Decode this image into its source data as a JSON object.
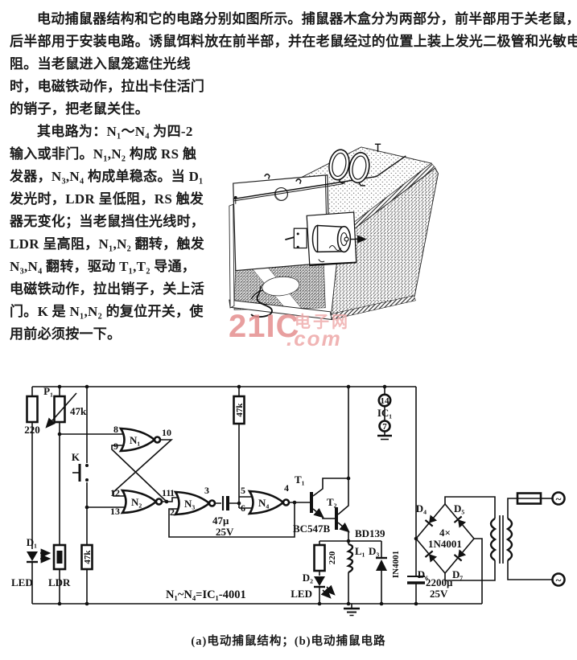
{
  "colors": {
    "paper": "#ffffff",
    "ink": "#1a1a1a",
    "watermark_pink": "#e48b8b"
  },
  "article": {
    "para1_lines": [
      "电动捕鼠器结构和它的电路分别如图所示。捕鼠器木盒分为两部分，前半部用于关老鼠，",
      "后半部用于安装电路。诱鼠饵料放在前半部，并在老鼠经过的位置上装上发光二极管和光敏电",
      "阻。当老鼠进入鼠笼遮住光线",
      "时，电磁铁动作，拉出卡住活门",
      "的销子，把老鼠关住。"
    ],
    "para2_lines": [
      "其电路为：N₁～N₄ 为四-2",
      "输入或非门。N₁,N₂ 构成 RS 触",
      "发器，N₃,N₄ 构成单稳态。当 D₁",
      "发光时，LDR 呈低阻，RS 触发",
      "器无变化；当老鼠挡住光线时，",
      "LDR 呈高阻，N₁,N₂ 翻转，触发",
      "N₃,N₄ 翻转，驱动 T₁,T₂ 导通，",
      "电磁铁动作，拉出销子，关上活",
      "门。K 是 N₁,N₂ 的复位开关，使",
      "用前必须按一下。"
    ],
    "caption": "(a)电动捕鼠结构；(b)电动捕鼠电路"
  },
  "watermark": {
    "brand": "21IC",
    "site": "电子网",
    "suffix": ".com"
  },
  "circuit": {
    "labels": {
      "p1": "P₁",
      "p1_value": "47k",
      "r_left": "220",
      "k": "K",
      "pin8": "8",
      "pin9": "9",
      "pin10": "10",
      "pin11": "11",
      "pin12": "12",
      "pin13": "13",
      "pin1": "1",
      "pin2": "2",
      "pin3": "3",
      "pin4": "4",
      "pin5": "5",
      "pin6": "6",
      "pin14": "14",
      "pin7": "7",
      "ic1": "IC₁",
      "n1": "N₁",
      "n2": "N₂",
      "n3": "N₃",
      "n4": "N₄",
      "cap1": "47μ",
      "cap1_v": "25V",
      "r_mid": "47k",
      "t1": "T₁",
      "t1_type": "BC547B",
      "t2": "T₂",
      "t2_type": "BD139",
      "d1": "D₁",
      "d1_led": "LED",
      "ldr": "LDR",
      "r_ldr": "47k",
      "r_out": "220",
      "d2": "D₂",
      "d2_led": "LED",
      "l1": "L₁",
      "d3": "D₃",
      "d3_type": "IN4001",
      "d4": "D₄",
      "d5": "D₅",
      "d6": "D₆",
      "d7": "D₇",
      "bridge_qty": "4×",
      "bridge_type": "1N4001",
      "cap2": "2200μ",
      "cap2_v": "25V",
      "ac": "~",
      "formula": "N₁~N₄=IC₁-4001"
    }
  }
}
